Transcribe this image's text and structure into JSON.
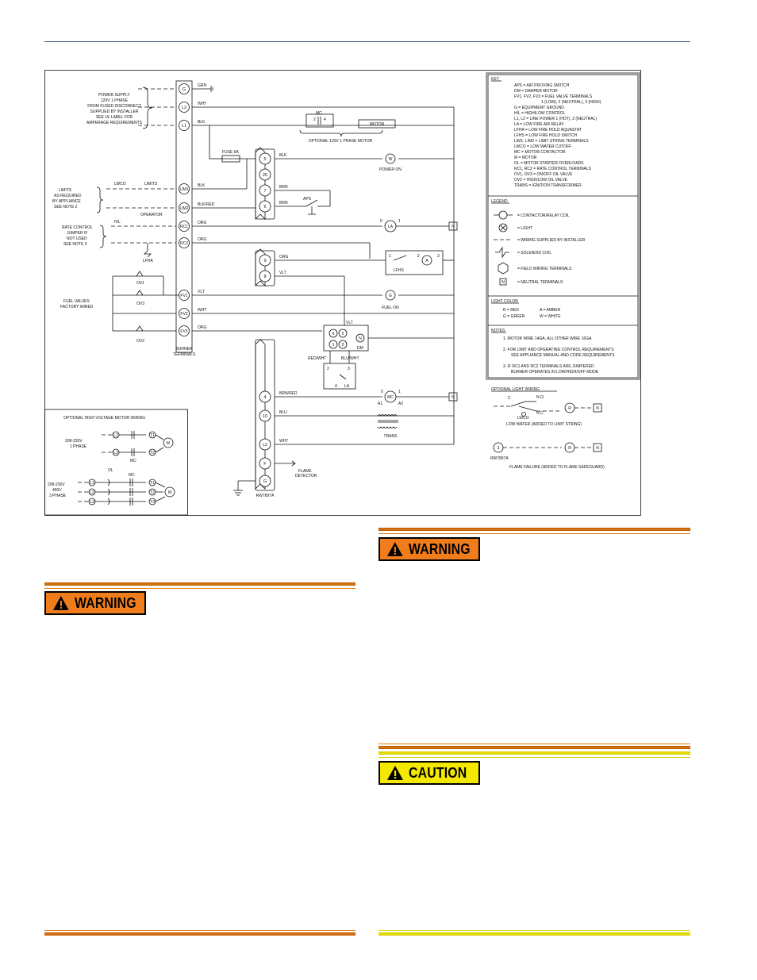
{
  "signals": {
    "warning_label": "WARNING",
    "caution_label": "CAUTION"
  },
  "diagram": {
    "power_supply": [
      "POWER SUPPLY",
      "120V 1 PHASE",
      "FROM FUSED DISCONNECT",
      "SUPPLIED BY INSTALLER",
      "SEE UL LABEL FOR",
      "AMPERAGE REQUIREMENTS"
    ],
    "limits_label": [
      "LIMITS",
      "AS REQUIRED",
      "BY APPLIANCE",
      "SEE NOTE 2"
    ],
    "rate_control_label": [
      "RATE CONTROL",
      "JUMPER IF",
      "NOT USED",
      "SEE NOTE 3"
    ],
    "fuel_valves_label": [
      "FUEL VALVES",
      "FACTORY WIRED"
    ],
    "lwco": "LWCO",
    "limits": "LIMITS",
    "operator": "OPERATOR",
    "hl": "H/L",
    "lfha": "LFHA",
    "ov1": "OV1",
    "ov3": "OV3",
    "ov2": "OV2",
    "burner_terminals": [
      "BURNER",
      "TERMINALS"
    ],
    "burner_terms": [
      "G",
      "L2",
      "L1",
      "LIM1",
      "LIM2",
      "RC1",
      "RC2",
      "FV1",
      "FV2",
      "FV3"
    ],
    "wires": {
      "grn": "GRN",
      "wht": "WHT",
      "blk": "BLK",
      "fuse": "FUSE 6A",
      "blk_red": "BLK/RED",
      "org": "ORG",
      "vlt": "VLT",
      "brn": "BRN",
      "brn_red": "BRN/RED",
      "blu": "BLU",
      "red_wht": "RED/WHT",
      "blu_wht": "BLU/WHT"
    },
    "mc": "MC",
    "motor": "MOTOR",
    "optional_motor": "OPTIONAL 120V 1 PHASE MOTOR",
    "power_on": "POWER ON",
    "fuel_on": "FUEL ON",
    "aps": "APS",
    "la": "LA",
    "lfhs": "LFHS",
    "w": "W",
    "g_light": "G",
    "a_light": "A",
    "n": "N",
    "trans": "TRANS",
    "flame_detector": [
      "FLAME",
      "DETECTOR"
    ],
    "rw": "RW7897A",
    "upper_block": [
      "5",
      "20",
      "7",
      "6"
    ],
    "mid_block": [
      "9",
      "8"
    ],
    "lower_block": [
      "4",
      "10",
      "L2",
      "F",
      "G"
    ],
    "dm_block": [
      "6",
      "5",
      "1",
      "2"
    ],
    "dm": "DM",
    "nums": [
      "0",
      "1",
      "2",
      "3",
      "4",
      "A1",
      "A2"
    ],
    "hv_title": "OPTIONAL HIGH VOLTAGE MOTOR WIRING",
    "hv_1ph": [
      "208-230V",
      "1 PHASE"
    ],
    "hv_3ph": [
      "208-230V",
      "460V",
      "3 PHASE"
    ],
    "hv_terms": [
      "L1",
      "T1",
      "L2",
      "T2",
      "L1",
      "T1",
      "L2",
      "T2",
      "L3",
      "T3"
    ],
    "ol": "OL",
    "m": "M",
    "key_title": "KEY",
    "key": [
      "APS = AIR PROVING SWITCH",
      "DM = DAMPER MOTOR",
      "FV1, FV2, FV3 = FUEL VALVE TERMINALS",
      "1 (LOW), 2 (NEUTRAL), 3 (HIGH)",
      "G = EQUIPMENT GROUND",
      "H/L = HIGH/LOW CONTROL",
      "L1, L2 = LINE POWER 1 (HOT), 2 (NEUTRAL)",
      "LA = LOW FIRE AIR RELAY",
      "LFHA = LOW FIRE HOLD AQUASTAT",
      "LFHS = LOW FIRE HOLD SWITCH",
      "LIM1, LIM2 = LIMIT STRING TERMINALS",
      "LWCO = LOW WATER CUTOFF",
      "MC = MOTOR CONTACTOR",
      "M = MOTOR",
      "OL = MOTOR STARTER OVERLOADS",
      "RC1, RC2 = RATE CONTROL TERMINALS",
      "OV1, OV3 = ON/OFF OIL VALVE",
      "OV2 = HIGH/LOW OIL VALVE",
      "TRANS = IGNITION TRANSFORMER"
    ],
    "legend_title": "LEGEND",
    "legend": [
      "= CONTACTOR/RELAY COIL",
      "= LIGHT",
      "= WIRING SUPPLIED BY INSTALLER",
      "= SOLENOID COIL",
      "= FIELD WIRING TERMINALS",
      "= NEUTRAL TERMINALS"
    ],
    "light_color_title": "LIGHT COLOR",
    "light_colors": [
      "R = RED",
      "A = AMBER",
      "G = GREEN",
      "W = WHITE"
    ],
    "notes_title": "NOTES",
    "notes": [
      "1. MOTOR WIRE 14GA, ALL OTHER WIRE 16GA",
      "2. FOR LIMIT AND OPERATING CONTROL REQUIREMENTS",
      "SEE APPLIANCE MANUAL AND CODE REQUIREMENTS",
      "3. IF RC1 AND RC2 TERMINALS ARE JUMPERED",
      "BURNER OPERATES IN LOW/HIGH/OFF MODE"
    ],
    "opt_light_title": "OPTIONAL LIGHT WIRING",
    "opt_c": "C",
    "opt_no": "N.O.",
    "opt_nc": "N.C.",
    "opt_lwco": "LWCO",
    "opt_r": "R",
    "low_water": "LOW WATER (ADDED TO LIMIT STRING)",
    "flame_failure": "FLAME FAILURE (ADDED TO FLAME SAFEGUARD)",
    "opt_3": "3"
  }
}
